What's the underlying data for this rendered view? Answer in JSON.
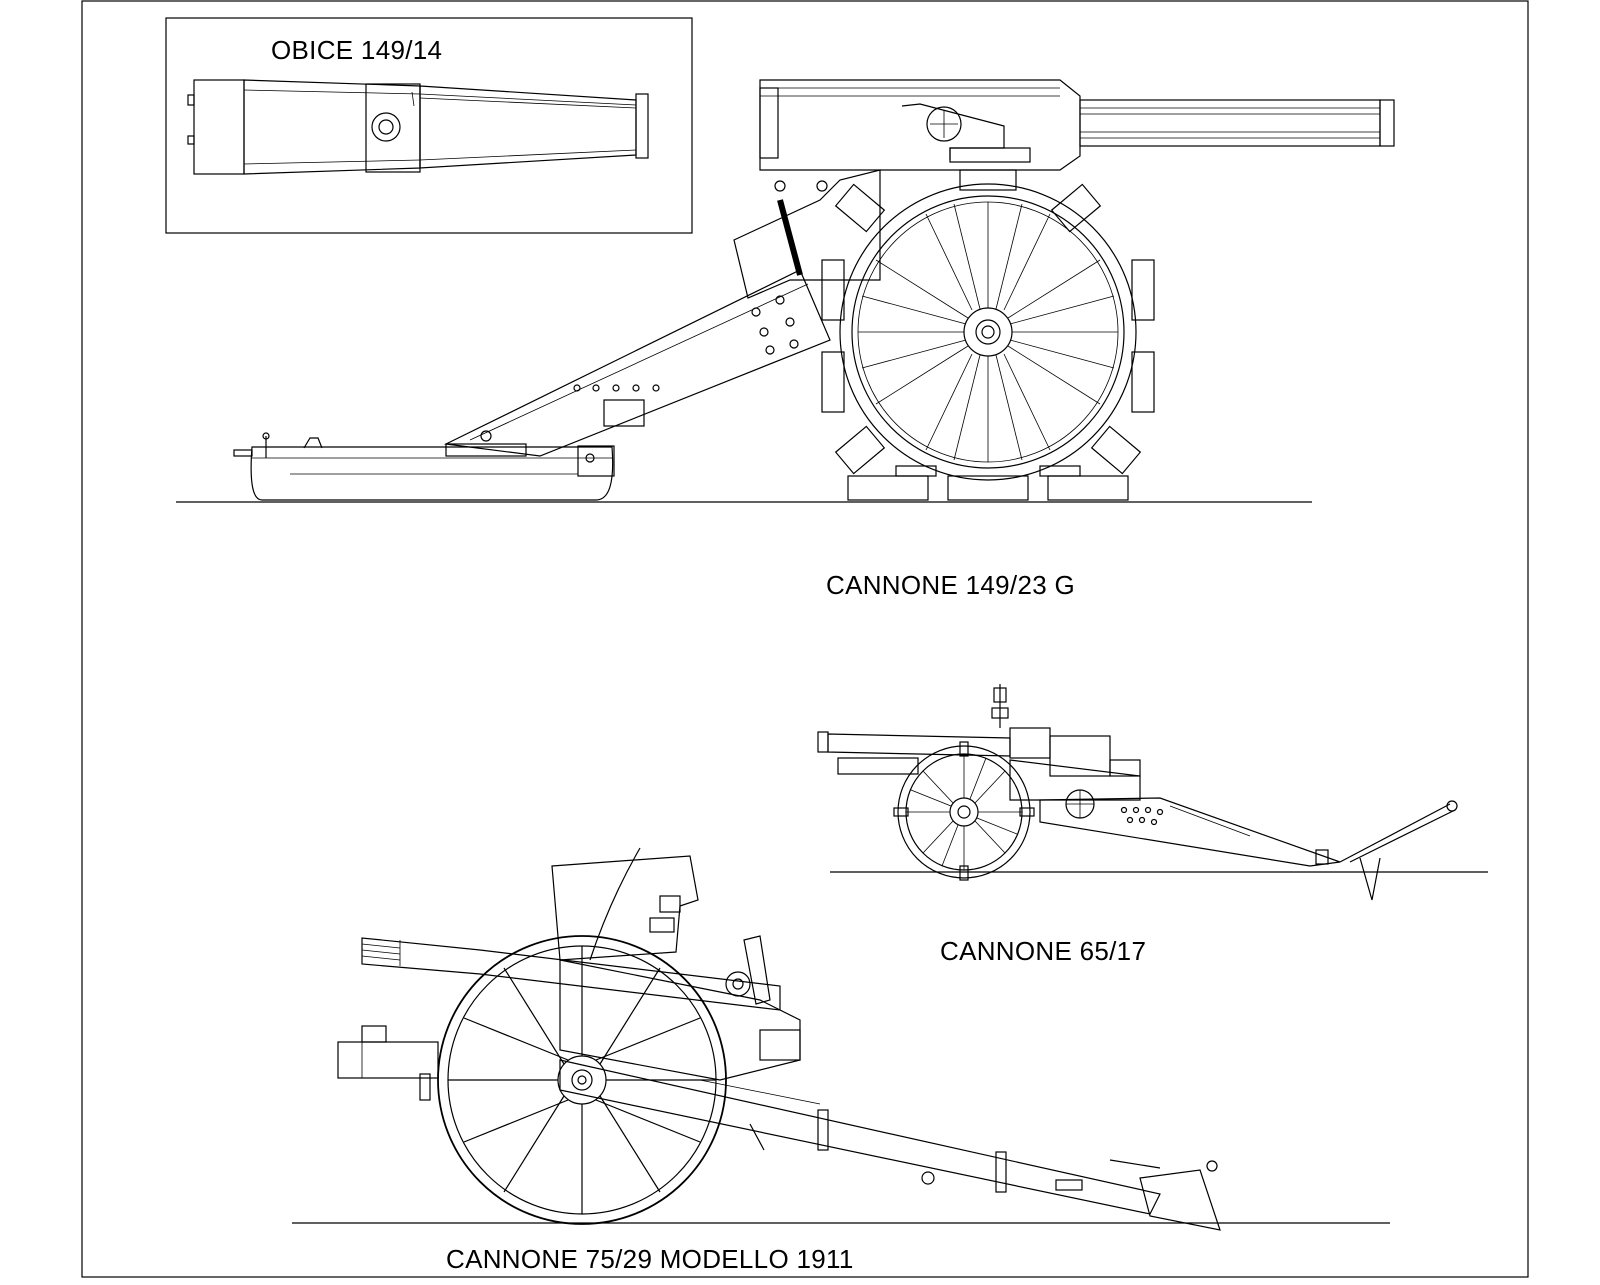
{
  "labels": {
    "inset": "OBICE 149/14",
    "top_gun": "CANNONE 149/23 G",
    "middle_gun": "CANNONE 65/17",
    "bottom_gun": "CANNONE 75/29 MODELLO 1911"
  },
  "colors": {
    "ink": "#000000",
    "paper": "#ffffff"
  }
}
